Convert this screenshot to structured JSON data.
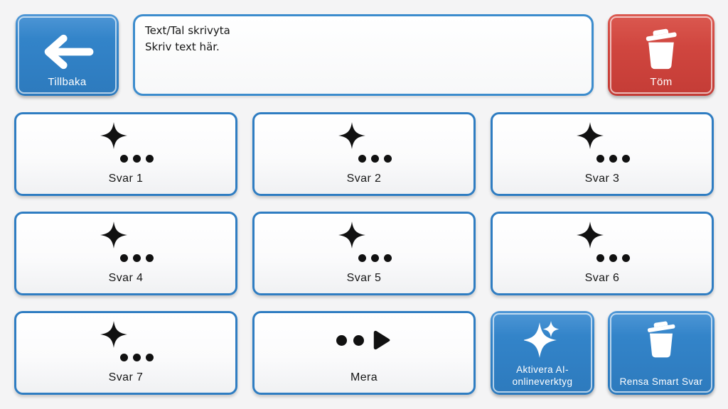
{
  "colors": {
    "page_bg": "#f4f4f5",
    "accent_blue": "#2f7dc2",
    "accent_blue_light": "#4f97d6",
    "accent_red": "#d0463f",
    "card_border": "#2f7dc2",
    "icon_black": "#111111",
    "text_on_button": "#ffffff",
    "text_on_card": "#141414"
  },
  "top_bar": {
    "back_button": {
      "label": "Tillbaka",
      "icon": "arrow-left-icon"
    },
    "writing_area": {
      "title": "Text/Tal skrivyta",
      "placeholder": "Skriv text här."
    },
    "clear_button": {
      "label": "Töm",
      "icon": "trash-icon"
    }
  },
  "answer_cards": [
    {
      "label": "Svar 1",
      "icon": "sparkle-ellipsis-icon"
    },
    {
      "label": "Svar 2",
      "icon": "sparkle-ellipsis-icon"
    },
    {
      "label": "Svar 3",
      "icon": "sparkle-ellipsis-icon"
    },
    {
      "label": "Svar 4",
      "icon": "sparkle-ellipsis-icon"
    },
    {
      "label": "Svar 5",
      "icon": "sparkle-ellipsis-icon"
    },
    {
      "label": "Svar 6",
      "icon": "sparkle-ellipsis-icon"
    },
    {
      "label": "Svar 7",
      "icon": "sparkle-ellipsis-icon"
    }
  ],
  "more_card": {
    "label": "Mera",
    "icon": "dots-play-icon"
  },
  "ai_button": {
    "label": "Aktivera AI-onlineverktyg",
    "icon": "ai-sparkles-icon"
  },
  "clear_smart_button": {
    "label": "Rensa Smart Svar",
    "icon": "trash-icon"
  }
}
